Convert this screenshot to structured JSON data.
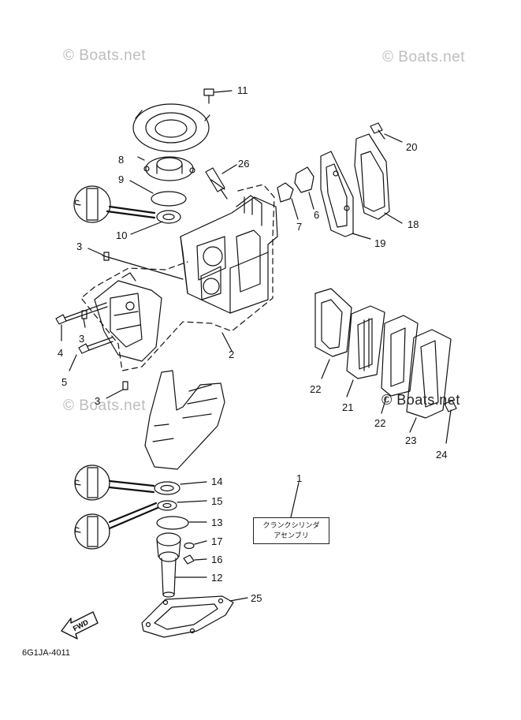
{
  "watermarks": {
    "left": "© Boats.net",
    "right": "© Boats.net",
    "middle": "© Boats.net",
    "dark": "© Boats.net"
  },
  "callouts": {
    "p1": "1",
    "p2": "2",
    "p3a": "3",
    "p3b": "3",
    "p3c": "3",
    "p4": "4",
    "p5": "5",
    "p6": "6",
    "p7": "7",
    "p8": "8",
    "p9": "9",
    "p10": "10",
    "p11": "11",
    "p12": "12",
    "p13": "13",
    "p14": "14",
    "p15": "15",
    "p16": "16",
    "p17": "17",
    "p18": "18",
    "p19": "19",
    "p20": "20",
    "p21": "21",
    "p22a": "22",
    "p22b": "22",
    "p23": "23",
    "p24": "24",
    "p25": "25",
    "p26": "26"
  },
  "assembly_label": {
    "line1": "クランクシリンダ",
    "line2": "アセンブリ"
  },
  "fwd_label": "FWD",
  "diagram_code": "6G1JA-4011"
}
